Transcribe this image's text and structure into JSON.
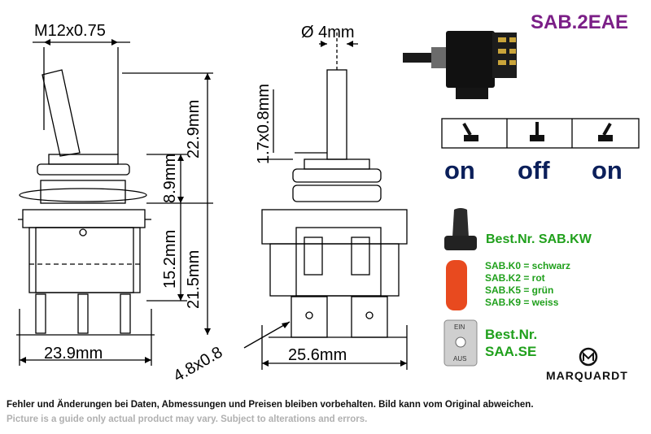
{
  "model": "SAB.2EAE",
  "dimensions": {
    "thread": "M12x0.75",
    "lever_diameter": "Ø 4mm",
    "lever_height": "22.9mm",
    "bushing_height": "8.9mm",
    "body_height": "15.2mm",
    "total_body_height": "21.5mm",
    "width_side": "23.9mm",
    "width_front": "25.6mm",
    "terminal": "4.8x0.8",
    "flat": "1.7x0.8mm"
  },
  "positions": [
    "on",
    "off",
    "on"
  ],
  "accessories": {
    "cap_order": "Best.Nr. SAB.KW",
    "colors": [
      "SAB.K0 = schwarz",
      "SAB.K2 = rot",
      "SAB.K5 = grün",
      "SAB.K9 = weiss"
    ],
    "plate_order_line1": "Best.Nr.",
    "plate_order_line2": "SAA.SE",
    "plate_top": "EIN",
    "plate_bottom": "AUS"
  },
  "brand": "MARQUARDT",
  "notes": {
    "de": "Fehler und Änderungen bei Daten, Abmessungen und Preisen bleiben vorbehalten. Bild kann vom Original abweichen.",
    "en": "Picture is a guide only actual product may vary. Subject to alterations and errors."
  },
  "colors": {
    "model": "#7b1f87",
    "state_text": "#0b1f5a",
    "accessory_text": "#20a01c",
    "cap_red": "#e84a1f"
  }
}
